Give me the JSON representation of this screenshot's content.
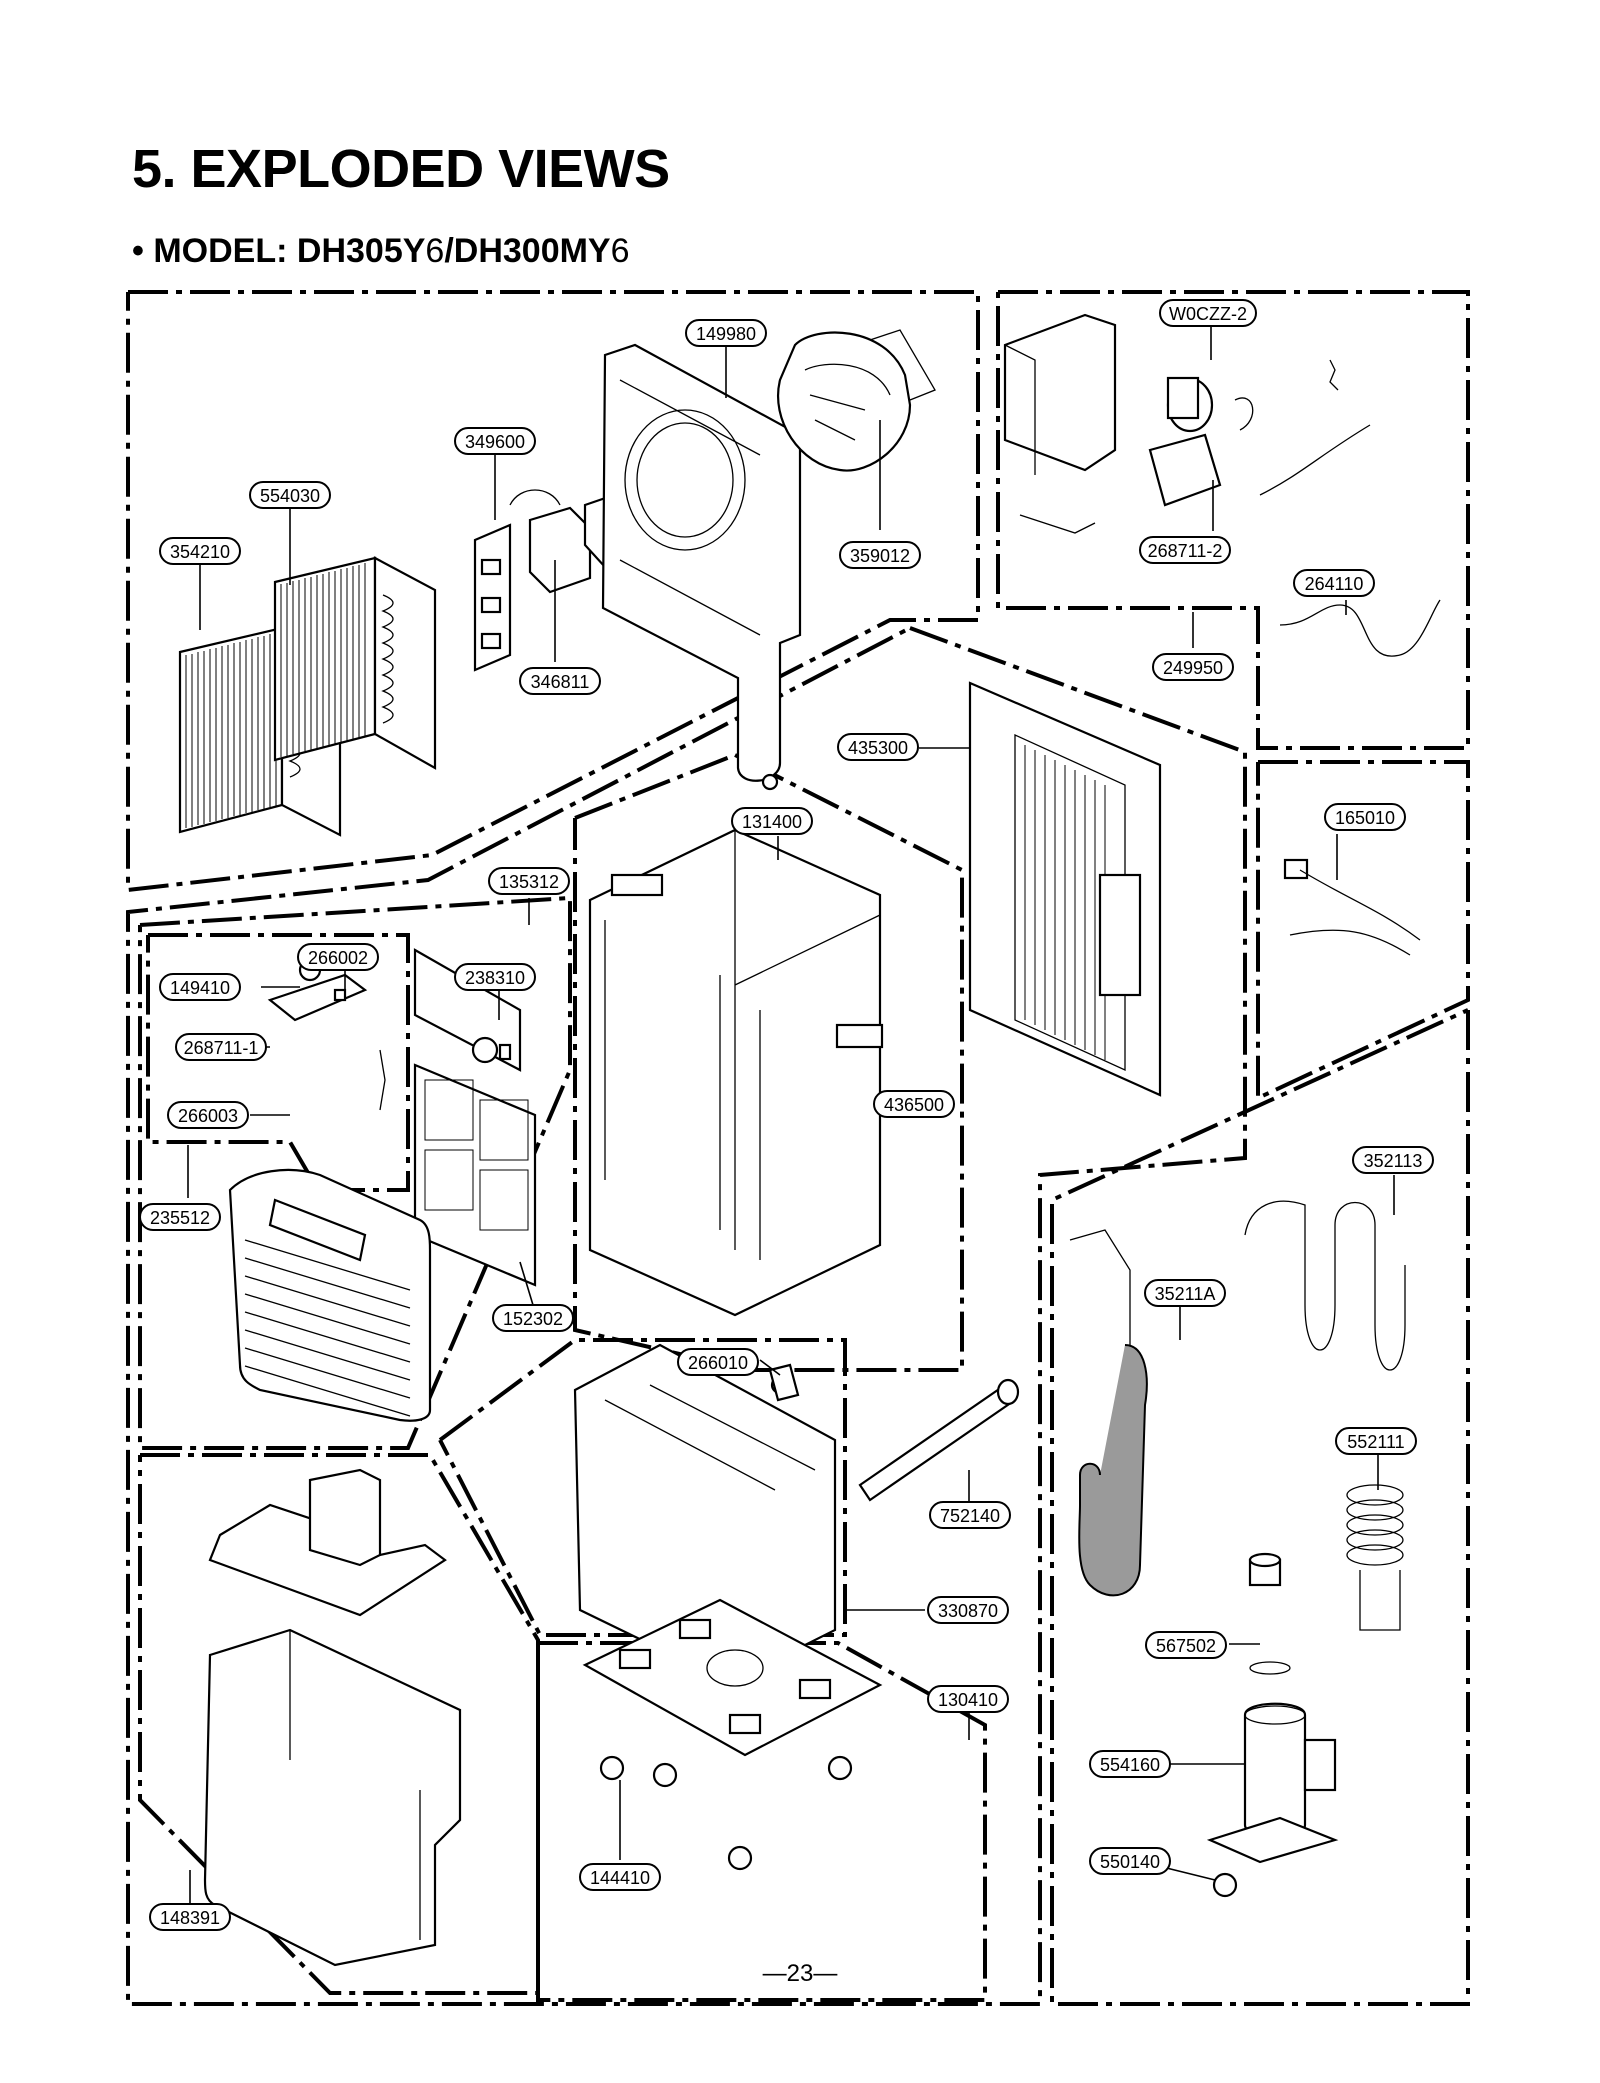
{
  "page": {
    "title": "5. EXPLODED VIEWS",
    "subtitle_prefix": "• MODEL: DH305Y",
    "subtitle_v1": "6",
    "subtitle_mid": "/DH300MY",
    "subtitle_v2": "6",
    "page_number": "—23—"
  },
  "part_labels": [
    "149980",
    "349600",
    "554030",
    "354210",
    "359012",
    "346811",
    "W0CZZ-2",
    "268711-2",
    "264110",
    "249950",
    "435300",
    "131400",
    "135312",
    "165010",
    "266002",
    "149410",
    "238310",
    "268711-1",
    "266003",
    "235512",
    "436500",
    "152302",
    "352113",
    "35211A",
    "266010",
    "552111",
    "752140",
    "330870",
    "567502",
    "130410",
    "554160",
    "550140",
    "148391",
    "144410"
  ]
}
